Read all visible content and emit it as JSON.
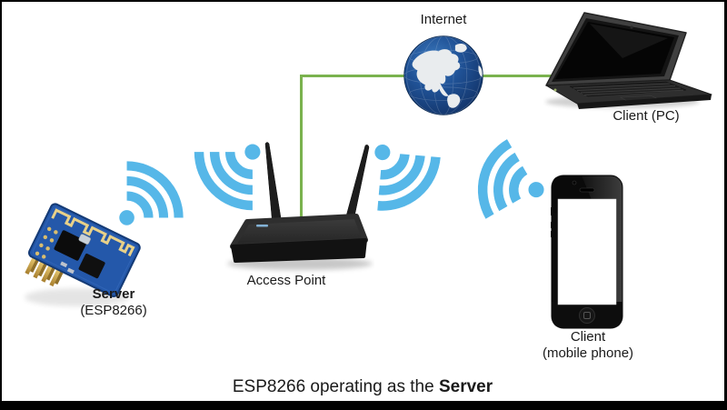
{
  "caption": {
    "prefix": "ESP8266 operating as the ",
    "bold": "Server"
  },
  "labels": {
    "internet": "Internet",
    "client_pc": "Client (PC)",
    "access_point": "Access Point",
    "server_title": "Server",
    "server_subtitle": "(ESP8266)",
    "client_mobile_title": "Client",
    "client_mobile_subtitle": "(mobile phone)"
  },
  "colors": {
    "wifi_blue": "#56b7e8",
    "connection_green": "#7ab24e",
    "globe_ocean": "#1e4f95",
    "pcb_blue": "#2458aa",
    "text": "#1a1a1a"
  },
  "icons": {
    "wifi_signal": "wifi-signal-icon",
    "globe": "internet-globe-icon",
    "router": "access-point-router-icon",
    "laptop": "client-pc-laptop-icon",
    "smartphone": "client-mobile-phone-icon",
    "esp_module": "esp8266-module-icon"
  }
}
